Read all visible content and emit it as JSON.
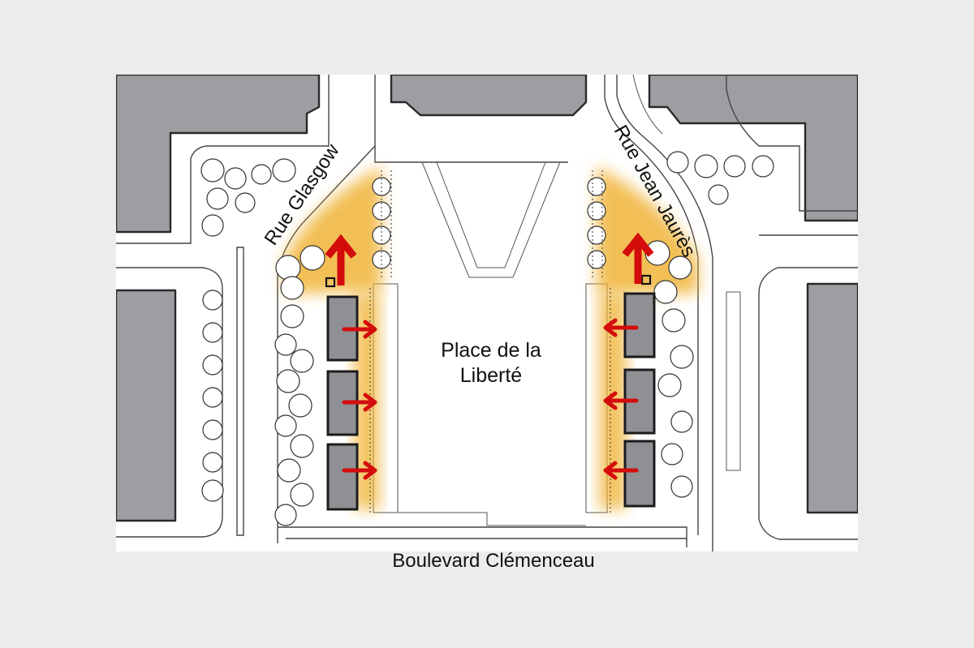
{
  "map": {
    "place_name_line1": "Place de la",
    "place_name_line2": "Liberté",
    "boulevard": "Boulevard Clémenceau",
    "street_west": "Rue Glasgow",
    "street_east": "Rue Jean Jaurès"
  },
  "colors": {
    "background": "#ececec",
    "building": "#9d9ea2",
    "highlight": "#f0b437",
    "arrow": "#d40c0c",
    "kiosk": "#8f9094"
  },
  "legend_semantics": {
    "kiosks_per_side": 3,
    "west_kiosk_arrows": "east",
    "east_kiosk_arrows": "west",
    "main_flow_arrows": "north"
  }
}
